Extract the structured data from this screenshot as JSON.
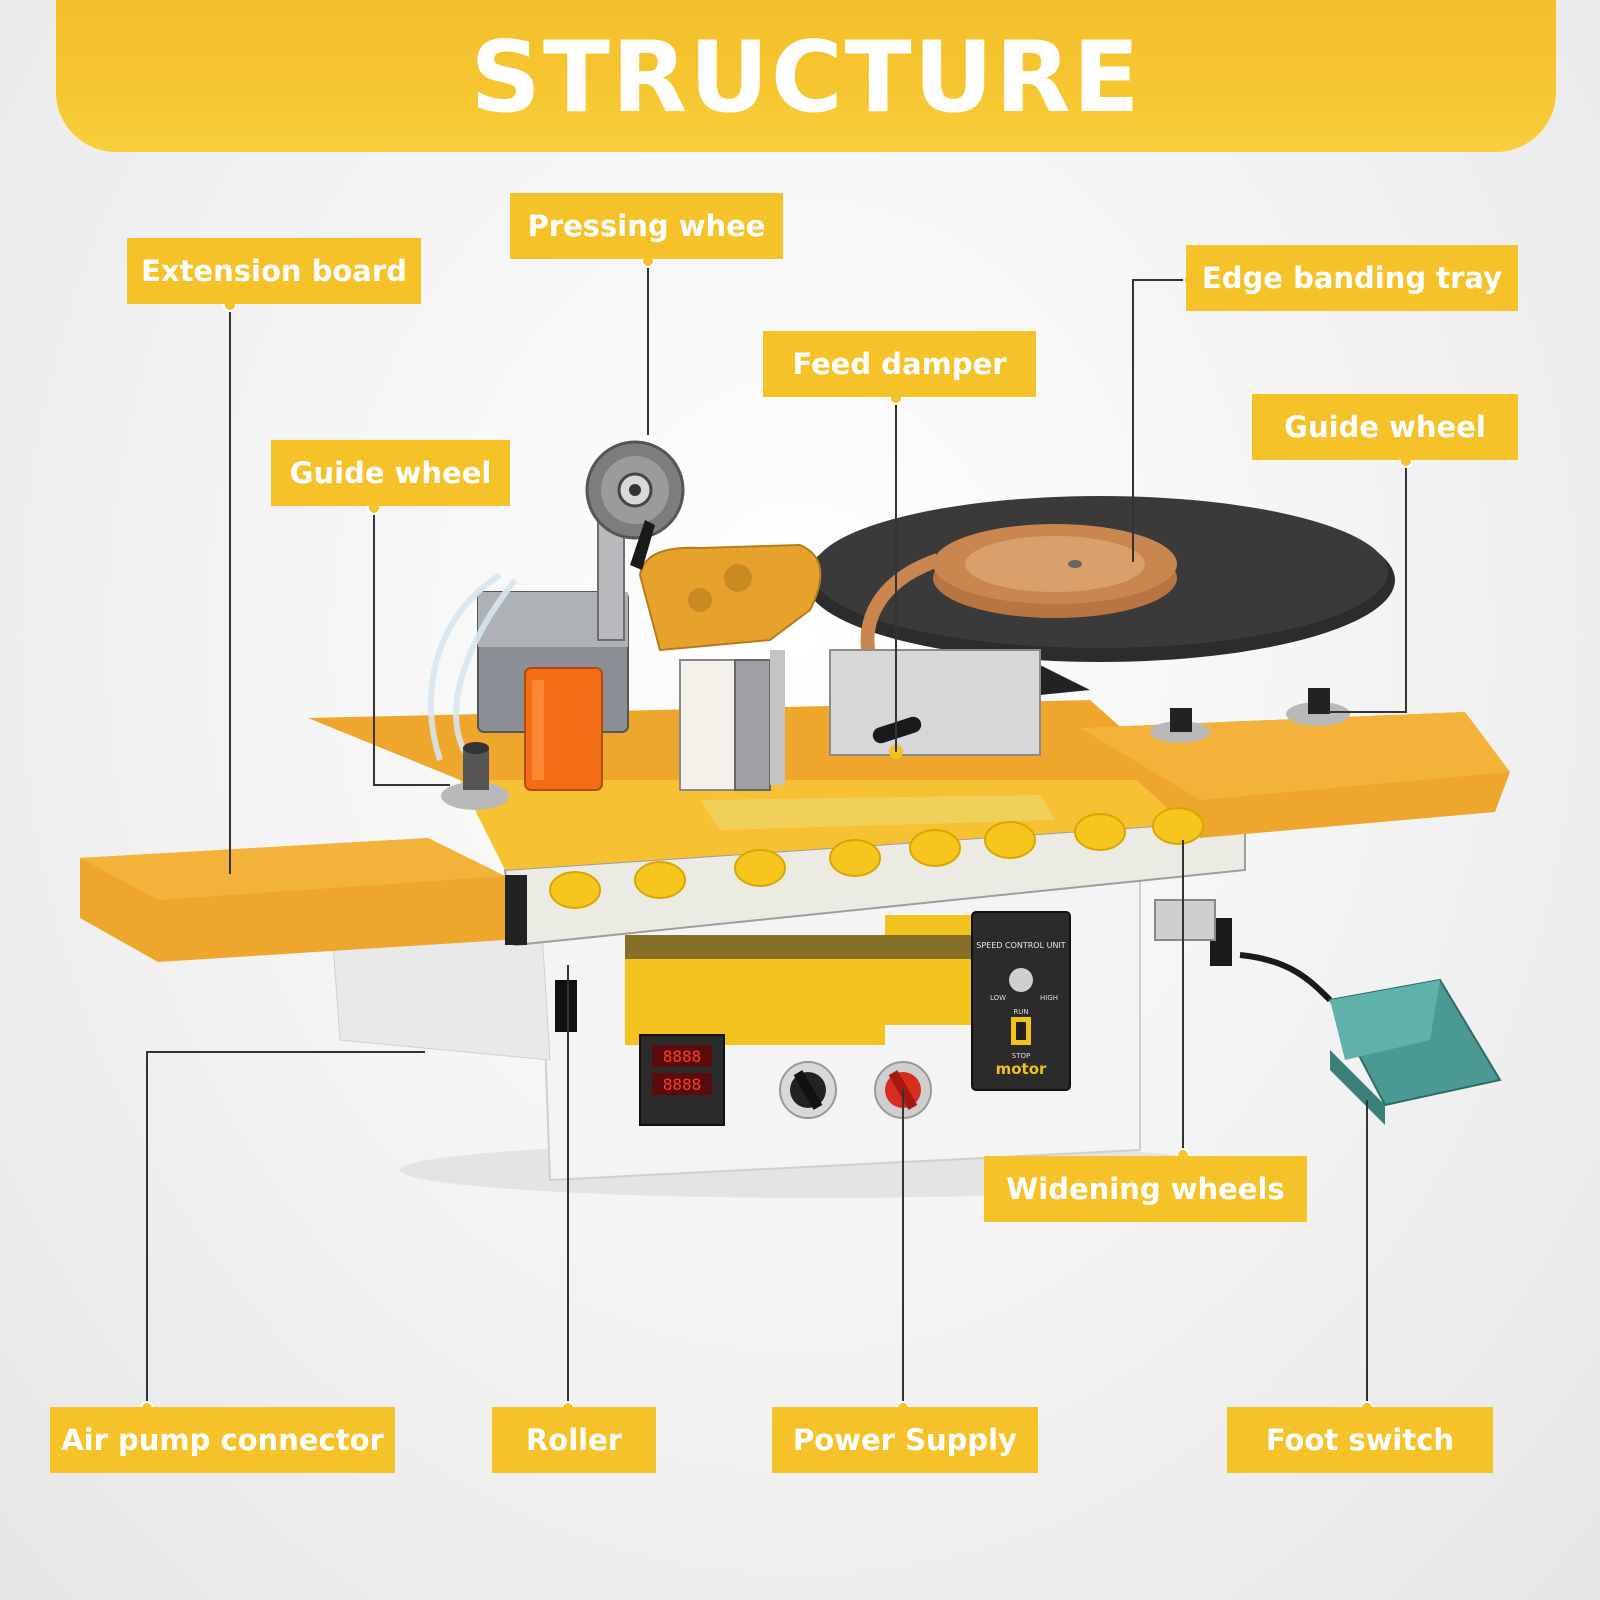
{
  "header": {
    "title": "STRUCTURE"
  },
  "labels": {
    "pressing_wheel": "Pressing whee",
    "extension_board": "Extension board",
    "edge_banding_tray": "Edge banding tray",
    "feed_damper": "Feed damper",
    "guide_wheel_left": "Guide wheel",
    "guide_wheel_right": "Guide wheel",
    "widening_wheels": "Widening wheels",
    "air_pump_connector": "Air pump connector",
    "roller": "Roller",
    "power_supply": "Power Supply",
    "foot_switch": "Foot switch"
  },
  "panel": {
    "speed_unit_title": "SPEED CONTROL UNIT",
    "speed_low": "LOW",
    "speed_high": "HIGH",
    "run": "RUN",
    "stop": "STOP",
    "motor": "motor",
    "temp_display_1": "8888",
    "temp_display_2": "8888"
  },
  "colors": {
    "accent": "#f6c22a",
    "machine_orange": "#eea62c",
    "pedal": "#4a9a93"
  }
}
